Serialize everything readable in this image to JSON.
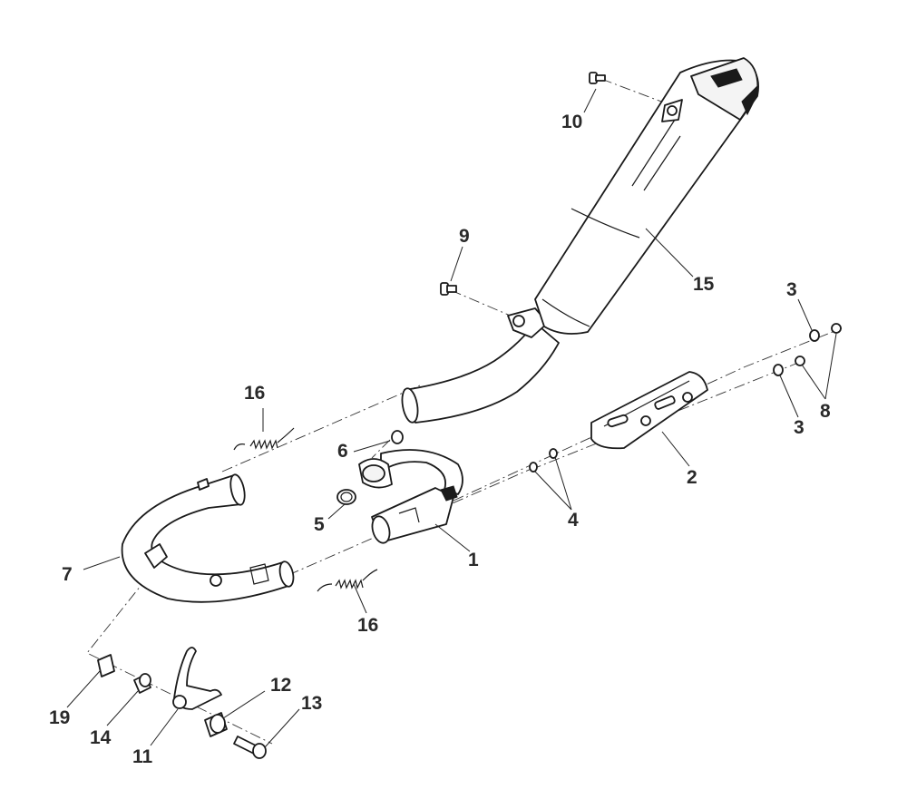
{
  "diagram": {
    "callouts": [
      {
        "id": "c1",
        "label": "1"
      },
      {
        "id": "c2",
        "label": "2"
      },
      {
        "id": "c3a",
        "label": "3"
      },
      {
        "id": "c3b",
        "label": "3"
      },
      {
        "id": "c4",
        "label": "4"
      },
      {
        "id": "c5",
        "label": "5"
      },
      {
        "id": "c6",
        "label": "6"
      },
      {
        "id": "c7",
        "label": "7"
      },
      {
        "id": "c8",
        "label": "8"
      },
      {
        "id": "c9",
        "label": "9"
      },
      {
        "id": "c10",
        "label": "10"
      },
      {
        "id": "c11",
        "label": "11"
      },
      {
        "id": "c12",
        "label": "12"
      },
      {
        "id": "c13",
        "label": "13"
      },
      {
        "id": "c14",
        "label": "14"
      },
      {
        "id": "c15",
        "label": "15"
      },
      {
        "id": "c16a",
        "label": "16"
      },
      {
        "id": "c16b",
        "label": "16"
      },
      {
        "id": "c19",
        "label": "19"
      }
    ]
  }
}
